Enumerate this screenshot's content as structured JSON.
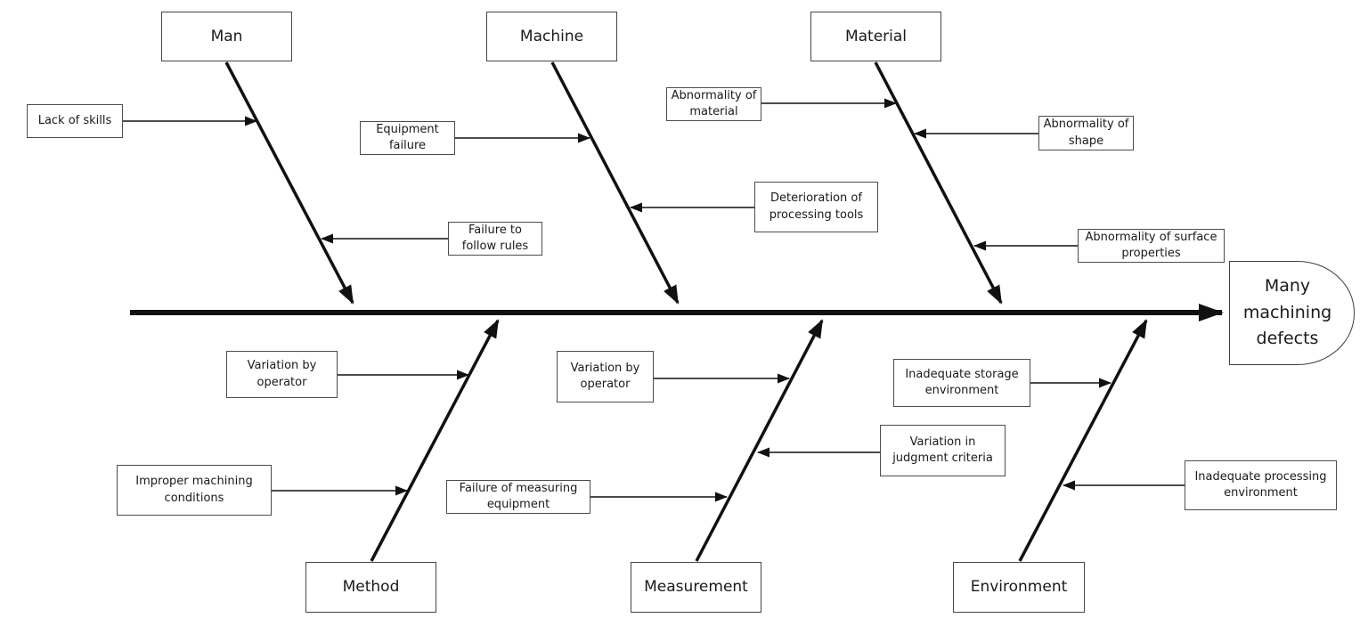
{
  "diagram": {
    "type": "fishbone",
    "effect": {
      "label": "Many machining defects"
    },
    "branches": [
      {
        "category": "Man",
        "side": "top",
        "causes": [
          "Lack of skills",
          "Failure to follow rules"
        ]
      },
      {
        "category": "Machine",
        "side": "top",
        "causes": [
          "Equipment failure",
          "Deterioration of processing tools"
        ]
      },
      {
        "category": "Material",
        "side": "top",
        "causes": [
          "Abnormality of material",
          "Abnormality of shape",
          "Abnormality of surface properties"
        ]
      },
      {
        "category": "Method",
        "side": "bottom",
        "causes": [
          "Variation by operator",
          "Improper machining conditions"
        ]
      },
      {
        "category": "Measurement",
        "side": "bottom",
        "causes": [
          "Variation by operator",
          "Failure of measuring equipment",
          "Variation in judgment criteria"
        ]
      },
      {
        "category": "Environment",
        "side": "bottom",
        "causes": [
          "Inadequate storage environment",
          "Inadequate processing environment"
        ]
      }
    ],
    "colors": {
      "line": "#111111",
      "box_border": "#4d4d4d",
      "background": "#ffffff",
      "text": "#1a1a1a"
    }
  }
}
